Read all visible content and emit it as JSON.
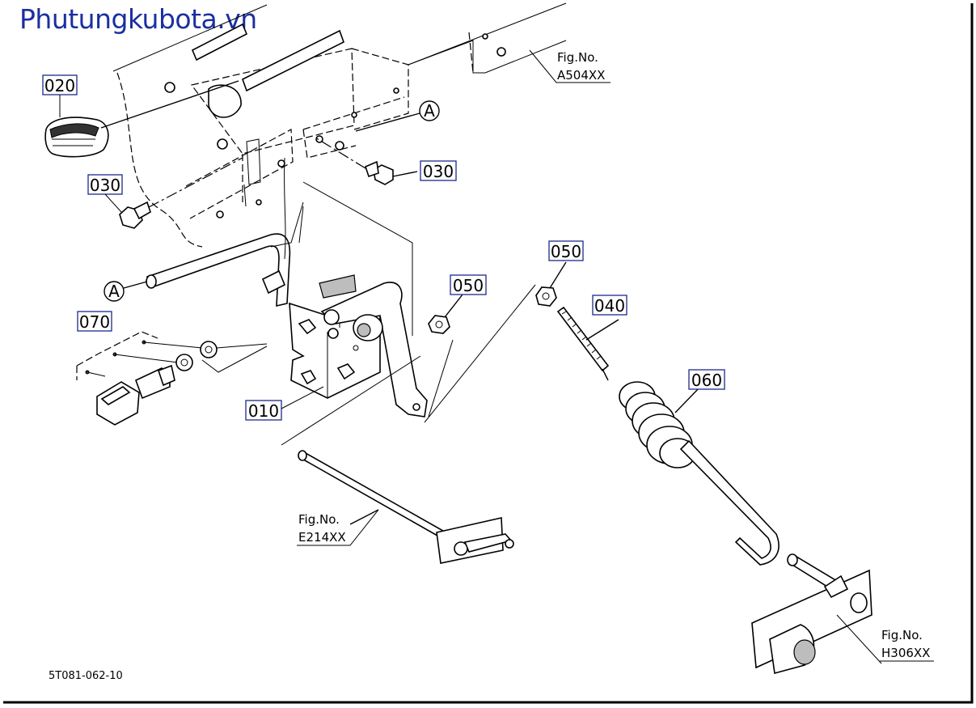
{
  "watermark": "Phutungkubota.vn",
  "drawing_code": "5T081-062-10",
  "part_labels": [
    {
      "id": "010",
      "text": "010"
    },
    {
      "id": "020",
      "text": "020"
    },
    {
      "id": "030a",
      "text": "030"
    },
    {
      "id": "030b",
      "text": "030"
    },
    {
      "id": "040",
      "text": "040"
    },
    {
      "id": "050a",
      "text": "050"
    },
    {
      "id": "050b",
      "text": "050"
    },
    {
      "id": "060",
      "text": "060"
    },
    {
      "id": "070",
      "text": "070"
    }
  ],
  "reference_markers": [
    "A",
    "A"
  ],
  "figure_references": [
    {
      "prefix": "Fig.No.",
      "number": "A504XX"
    },
    {
      "prefix": "Fig.No.",
      "number": "E214XX"
    },
    {
      "prefix": "Fig.No.",
      "number": "H306XX"
    }
  ]
}
